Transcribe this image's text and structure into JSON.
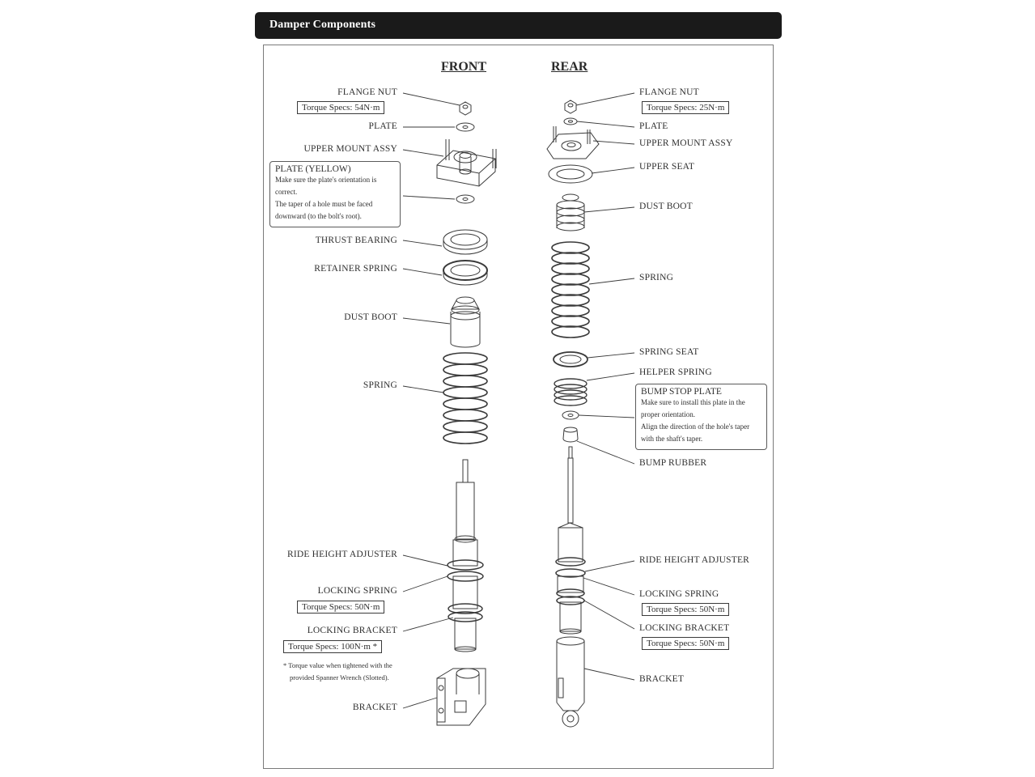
{
  "header": {
    "title": "Damper Components"
  },
  "front": {
    "heading": "FRONT",
    "labels": {
      "flange_nut": "FLANGE NUT",
      "plate": "PLATE",
      "upper_mount": "UPPER MOUNT ASSY",
      "thrust_bearing": "THRUST BEARING",
      "retainer_spring": "RETAINER SPRING",
      "dust_boot": "DUST BOOT",
      "spring": "SPRING",
      "ride_height_adjuster": "RIDE HEIGHT ADJUSTER",
      "locking_spring": "LOCKING SPRING",
      "locking_bracket": "LOCKING BRACKET",
      "bracket": "BRACKET"
    },
    "torque": {
      "flange_nut": "Torque Specs: 54N·m",
      "locking_spring": "Torque Specs: 50N·m",
      "locking_bracket": "Torque Specs: 100N·m *"
    },
    "plate_note": {
      "title": "PLATE (YELLOW)",
      "line1": "Make sure the plate's orientation is",
      "line2": "correct.",
      "line3": "The taper of a hole must be faced",
      "line4": "downward (to the bolt's root)."
    },
    "footnote": {
      "line1": "* Torque value when tightened with the",
      "line2": "provided Spanner Wrench (Slotted)."
    }
  },
  "rear": {
    "heading": "REAR",
    "labels": {
      "flange_nut": "FLANGE NUT",
      "plate": "PLATE",
      "upper_mount": "UPPER MOUNT ASSY",
      "upper_seat": "UPPER SEAT",
      "dust_boot": "DUST BOOT",
      "spring": "SPRING",
      "spring_seat": "SPRING SEAT",
      "helper_spring": "HELPER SPRING",
      "bump_rubber": "BUMP RUBBER",
      "ride_height_adjuster": "RIDE HEIGHT ADJUSTER",
      "locking_spring": "LOCKING SPRING",
      "locking_bracket": "LOCKING BRACKET",
      "bracket": "BRACKET"
    },
    "torque": {
      "flange_nut": "Torque Specs: 25N·m",
      "locking_spring": "Torque Specs: 50N·m",
      "locking_bracket": "Torque Specs: 50N·m"
    },
    "bump_stop_note": {
      "title": "BUMP STOP PLATE",
      "line1": "Make sure to install this plate in the",
      "line2": "proper orientation.",
      "line3": "Align the direction of the hole's taper",
      "line4": "with the shaft's taper."
    }
  },
  "colors": {
    "header_bg": "#1a1a1a",
    "line": "#3a3a3a",
    "frame": "#7a7a7a"
  }
}
